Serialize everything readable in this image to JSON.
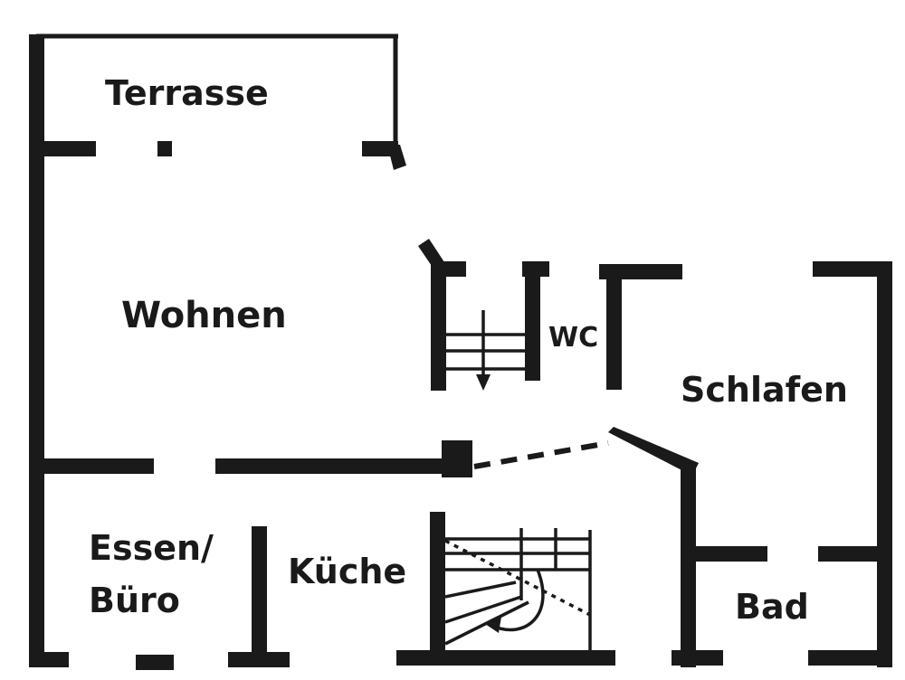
{
  "plan": {
    "rooms": {
      "terrasse": "Terrasse",
      "wohnen": "Wohnen",
      "wc": "WC",
      "schlafen": "Schlafen",
      "essen_line1": "Essen/",
      "essen_line2": "Büro",
      "kueche": "Küche",
      "bad": "Bad"
    },
    "colors": {
      "wall": "#1a1a1a",
      "background": "#ffffff"
    }
  }
}
